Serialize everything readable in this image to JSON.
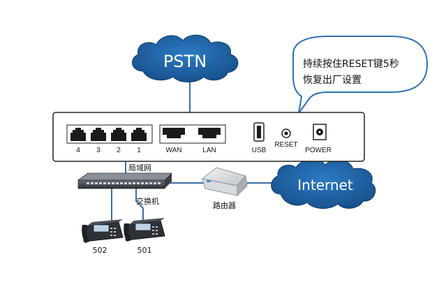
{
  "clouds": {
    "pstn": "PSTN",
    "internet": "Internet"
  },
  "callout": {
    "line1": "持续按住RESET键5秒",
    "line2": "恢复出厂设置"
  },
  "device": {
    "lan_ports": [
      "4",
      "3",
      "2",
      "1"
    ],
    "wan_label": "WAN",
    "lan_label": "LAN",
    "usb_label": "USB",
    "reset_label": "RESET",
    "power_label": "POWER"
  },
  "network": {
    "lan_label": "局域网",
    "switch_label": "交换机",
    "router_label": "路由器"
  },
  "phones": [
    "502",
    "501"
  ],
  "colors": {
    "cloud_fill": "#1f63a8",
    "cloud_dark": "#154b85",
    "line": "#3b6fa6",
    "port": "#1a1a1a"
  }
}
